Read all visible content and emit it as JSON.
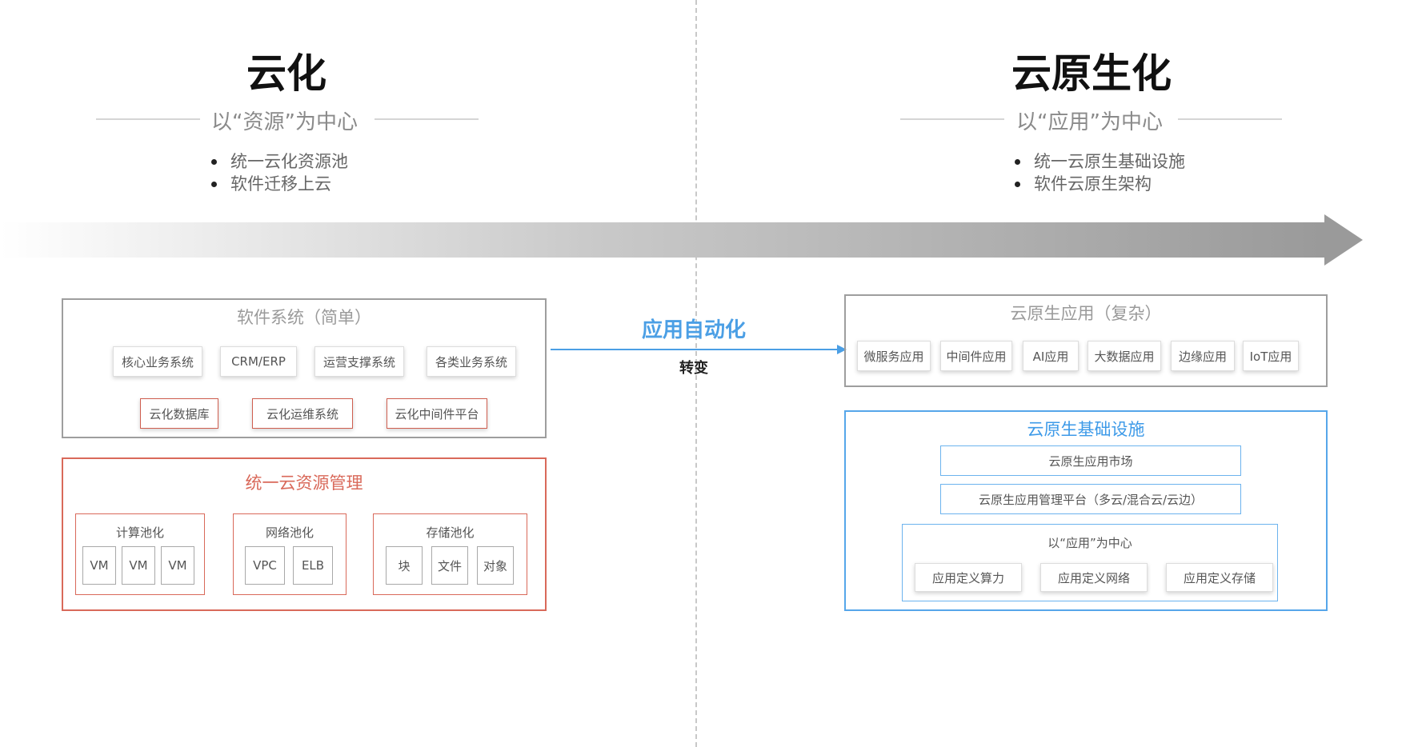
{
  "left": {
    "title": "云化",
    "subtitle": "以“资源”为中心",
    "bullets": [
      "统一云化资源池",
      "软件迁移上云"
    ],
    "software_panel": {
      "title": "软件系统（简单）",
      "row1": [
        "核心业务系统",
        "CRM/ERP",
        "运营支撑系统",
        "各类业务系统"
      ],
      "row2": [
        "云化数据库",
        "云化运维系统",
        "云化中间件平台"
      ]
    },
    "resource_panel": {
      "title": "统一云资源管理",
      "groups": [
        {
          "title": "计算池化",
          "items": [
            "VM",
            "VM",
            "VM"
          ]
        },
        {
          "title": "网络池化",
          "items": [
            "VPC",
            "ELB"
          ]
        },
        {
          "title": "存储池化",
          "items": [
            "块",
            "文件",
            "对象"
          ]
        }
      ]
    }
  },
  "middle": {
    "title": "应用自动化",
    "subtitle": "转变"
  },
  "right": {
    "title": "云原生化",
    "subtitle": "以“应用”为中心",
    "bullets": [
      "统一云原生基础设施",
      "软件云原生架构"
    ],
    "app_panel": {
      "title": "云原生应用（复杂）",
      "items": [
        "微服务应用",
        "中间件应用",
        "AI应用",
        "大数据应用",
        "边缘应用",
        "IoT应用"
      ]
    },
    "infra_panel": {
      "title": "云原生基础设施",
      "market": "云原生应用市场",
      "platform": "云原生应用管理平台（多云/混合云/云边）",
      "app_center": {
        "title": "以“应用”为中心",
        "items": [
          "应用定义算力",
          "应用定义网络",
          "应用定义存储"
        ]
      }
    }
  },
  "colors": {
    "red": "#d9695a",
    "blue": "#4b9fe5",
    "gray": "#9e9e9e"
  }
}
